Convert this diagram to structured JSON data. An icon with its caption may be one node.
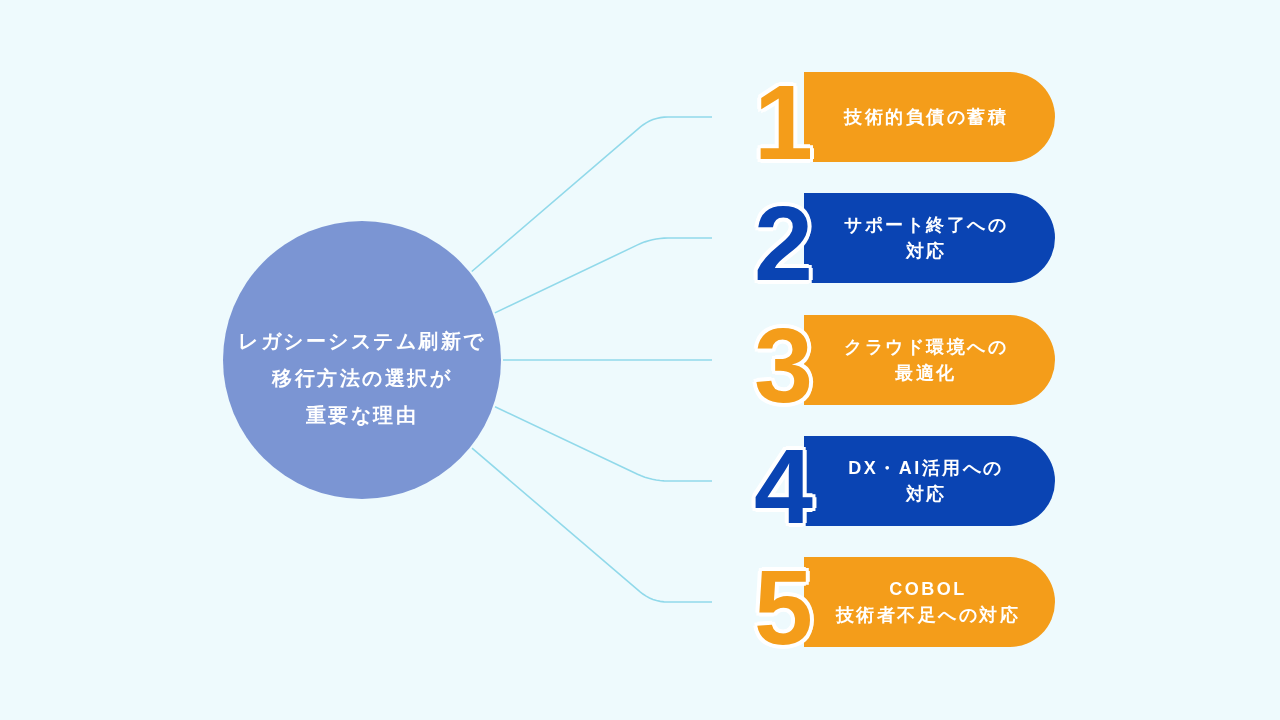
{
  "diagram": {
    "nodes": [
      {
        "text": [
          "レガシーシステム刷新で移行方法の選択が重要な理由"
        ]
      },
      {
        "text": [
          "1",
          "技術的負債の蓄積"
        ]
      },
      {
        "text": [
          "2",
          "サポート終了への対応"
        ]
      },
      {
        "text": [
          "3",
          "クラウド環境への最適化"
        ]
      },
      {
        "text": [
          "4",
          "DX・AI活用への対応"
        ]
      },
      {
        "text": [
          "5",
          "COBOL 技術者不足への対応"
        ]
      }
    ],
    "edges": [
      {
        "from": 0,
        "to": 1,
        "arrow": "none"
      },
      {
        "from": 0,
        "to": 2,
        "arrow": "none"
      },
      {
        "from": 0,
        "to": 3,
        "arrow": "none"
      },
      {
        "from": 0,
        "to": 4,
        "arrow": "none"
      },
      {
        "from": 0,
        "to": 5,
        "arrow": "none"
      }
    ]
  }
}
